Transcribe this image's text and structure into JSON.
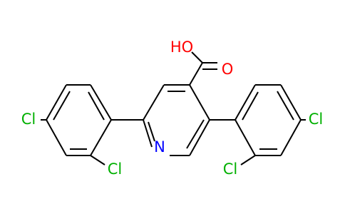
{
  "colors": {
    "bond": "#000000",
    "chlorine": "#00b000",
    "oxygen": "#ff0000",
    "nitrogen": "#0000ff",
    "background": "#ffffff"
  },
  "atoms": {
    "hydroxyl_oxygen": "HO",
    "carbonyl_oxygen": "O",
    "pyridine_nitrogen": "N",
    "cl_left_para": "Cl",
    "cl_left_ortho": "Cl",
    "cl_right_ortho": "Cl",
    "cl_right_para": "Cl"
  }
}
